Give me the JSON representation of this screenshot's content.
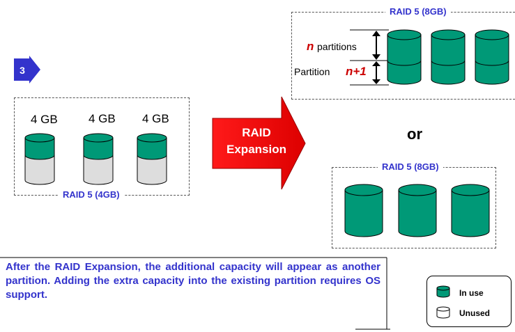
{
  "step_badge": "3",
  "original_array": {
    "disk_labels": [
      "4 GB",
      "4 GB",
      "4 GB"
    ],
    "raid_label": "RAID 5 (4GB)"
  },
  "expansion_arrow": {
    "line1": "RAID",
    "line2": "Expansion"
  },
  "option_top": {
    "raid_label": "RAID 5 (8GB)",
    "n_symbol": "n",
    "partitions_text": "partitions",
    "partition_text": "Partition",
    "n_plus_1": "n+1"
  },
  "or_text": "or",
  "option_bottom": {
    "raid_label": "RAID 5 (8GB)"
  },
  "note_text": "After the RAID Expansion, the additional capacity will appear as another partition. Adding the extra capacity into the existing partition requires OS support.",
  "legend": {
    "in_use": "In use",
    "unused": "Unused"
  },
  "colors": {
    "in_use": "#009977",
    "unused": "#dddddd",
    "accent_blue": "#3333cc",
    "arrow_red": "#ee0000",
    "n_red": "#cc0000"
  }
}
